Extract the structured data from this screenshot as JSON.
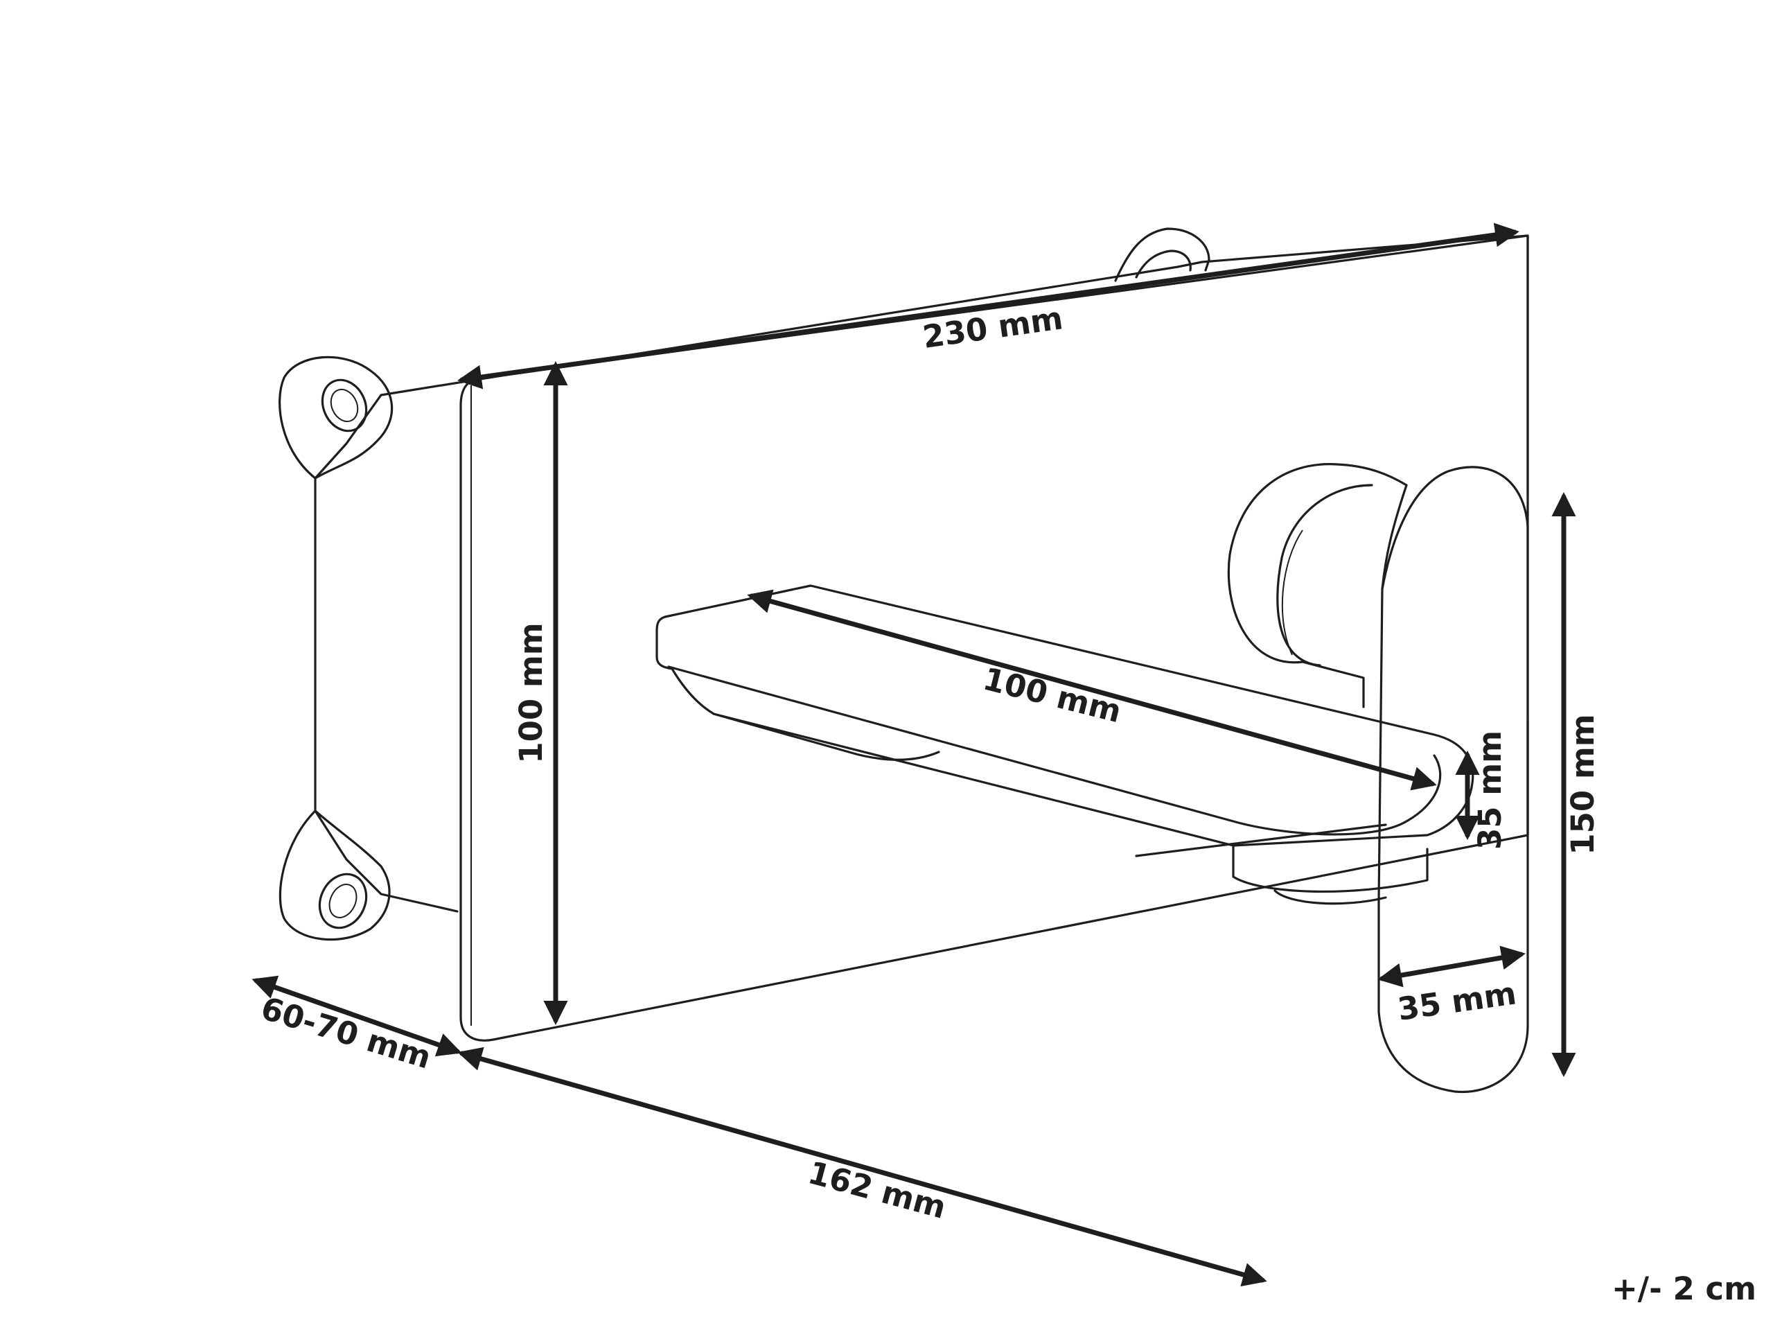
{
  "labels": {
    "width_plate": "230 mm",
    "height_plate": "100 mm",
    "spout_length": "100 mm",
    "spout_height": "35 mm",
    "total_height": "150 mm",
    "handle_width": "35 mm",
    "box_depth": "60-70 mm",
    "projection": "162 mm",
    "tolerance": "+/- 2 cm"
  },
  "colors": {
    "line": "#1e1e1e",
    "background": "#ffffff"
  }
}
